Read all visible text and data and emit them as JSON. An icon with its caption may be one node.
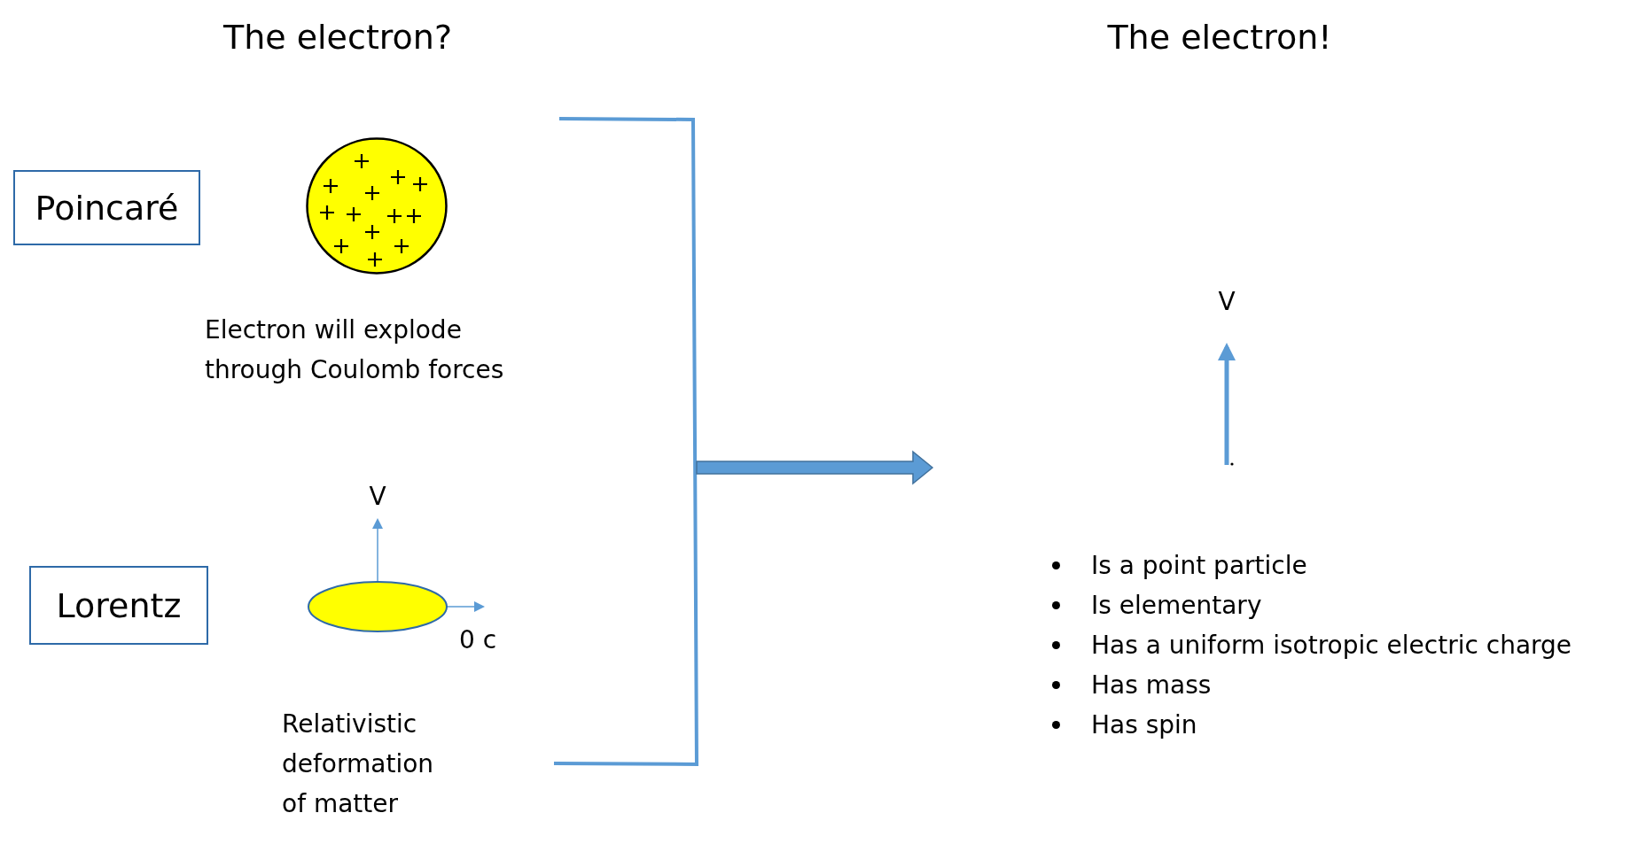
{
  "diagram": {
    "nodes": [
      {
        "text": [
          "Poincaré"
        ]
      },
      {
        "text": [],
        "shape": "circle"
      },
      {
        "text": [
          "Lorentz"
        ]
      },
      {
        "text": [],
        "shape": "ellipse"
      }
    ],
    "labels": [
      "The electron?",
      "The electron!",
      "Electron will explode through Coulomb forces",
      "V",
      "V",
      "0 c",
      "Relativistic deformation of matter",
      "Is a point particle",
      "Is elementary",
      "Has a uniform isotropic electric charge",
      "Has mass",
      "Has spin"
    ]
  }
}
